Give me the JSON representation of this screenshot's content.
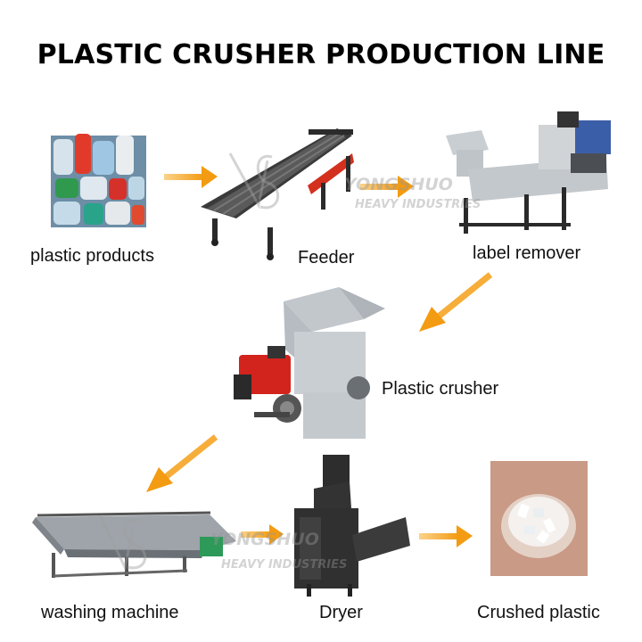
{
  "title": "PLASTIC CRUSHER PRODUCTION LINE",
  "steps": [
    {
      "label": "plastic products"
    },
    {
      "label": "Feeder"
    },
    {
      "label": "label remover"
    },
    {
      "label": "Plastic crusher"
    },
    {
      "label": "washing machine"
    },
    {
      "label": "Dryer"
    },
    {
      "label": "Crushed plastic"
    }
  ],
  "watermark": {
    "brand": "YONGSHUO",
    "subtitle": "HEAVY INDUSTRIES"
  },
  "colors": {
    "arrow": "#f5a11d",
    "machine_gray": "#c8ccd0",
    "machine_dark": "#2a2a2a",
    "red": "#d2231c"
  }
}
